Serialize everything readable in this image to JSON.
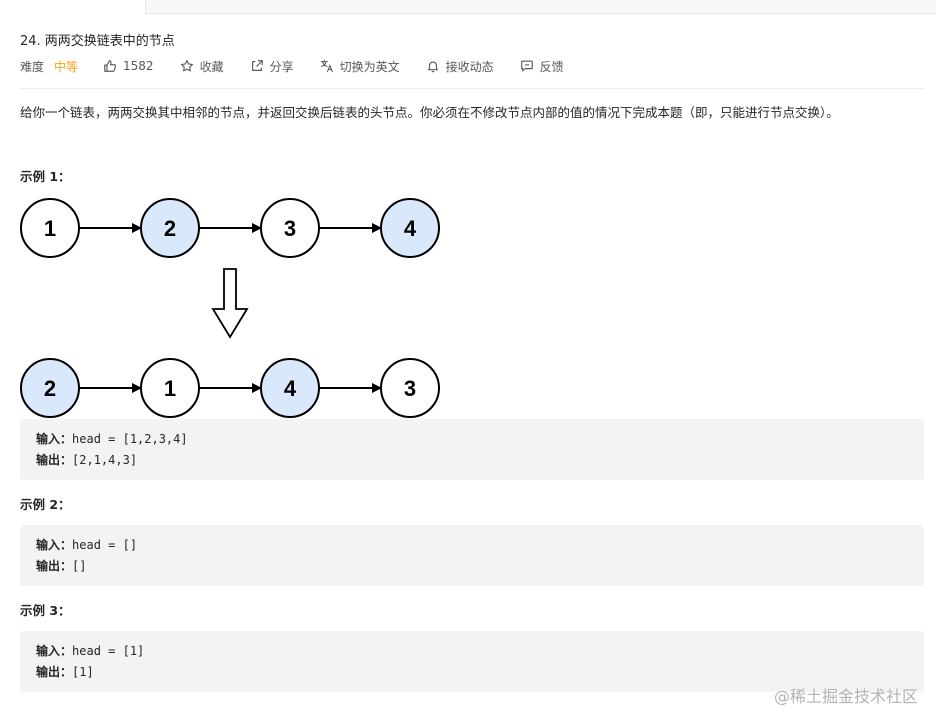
{
  "problem": {
    "title": "24. 两两交换链表中的节点",
    "difficulty_label": "难度",
    "difficulty_value": "中等",
    "actions": {
      "like_count": "1582",
      "favorite": "收藏",
      "share": "分享",
      "switch_lang": "切换为英文",
      "subscribe": "接收动态",
      "feedback": "反馈"
    },
    "description": "给你一个链表，两两交换其中相邻的节点，并返回交换后链表的头节点。你必须在不修改节点内部的值的情况下完成本题（即，只能进行节点交换）。"
  },
  "diagram": {
    "before": [
      "1",
      "2",
      "3",
      "4"
    ],
    "after": [
      "2",
      "1",
      "4",
      "3"
    ],
    "highlight_color": "#dae8fc",
    "plain_color": "#ffffff"
  },
  "examples": [
    {
      "title": "示例 1：",
      "input_label": "输入：",
      "input": "head = [1,2,3,4]",
      "output_label": "输出：",
      "output": "[2,1,4,3]"
    },
    {
      "title": "示例 2：",
      "input_label": "输入：",
      "input": "head = []",
      "output_label": "输出：",
      "output": "[]"
    },
    {
      "title": "示例 3：",
      "input_label": "输入：",
      "input": "head = [1]",
      "output_label": "输出：",
      "output": "[1]"
    }
  ],
  "watermark": "@稀土掘金技术社区",
  "colors": {
    "difficulty_medium": "#ffa116",
    "code_bg": "#f2f3f5"
  }
}
